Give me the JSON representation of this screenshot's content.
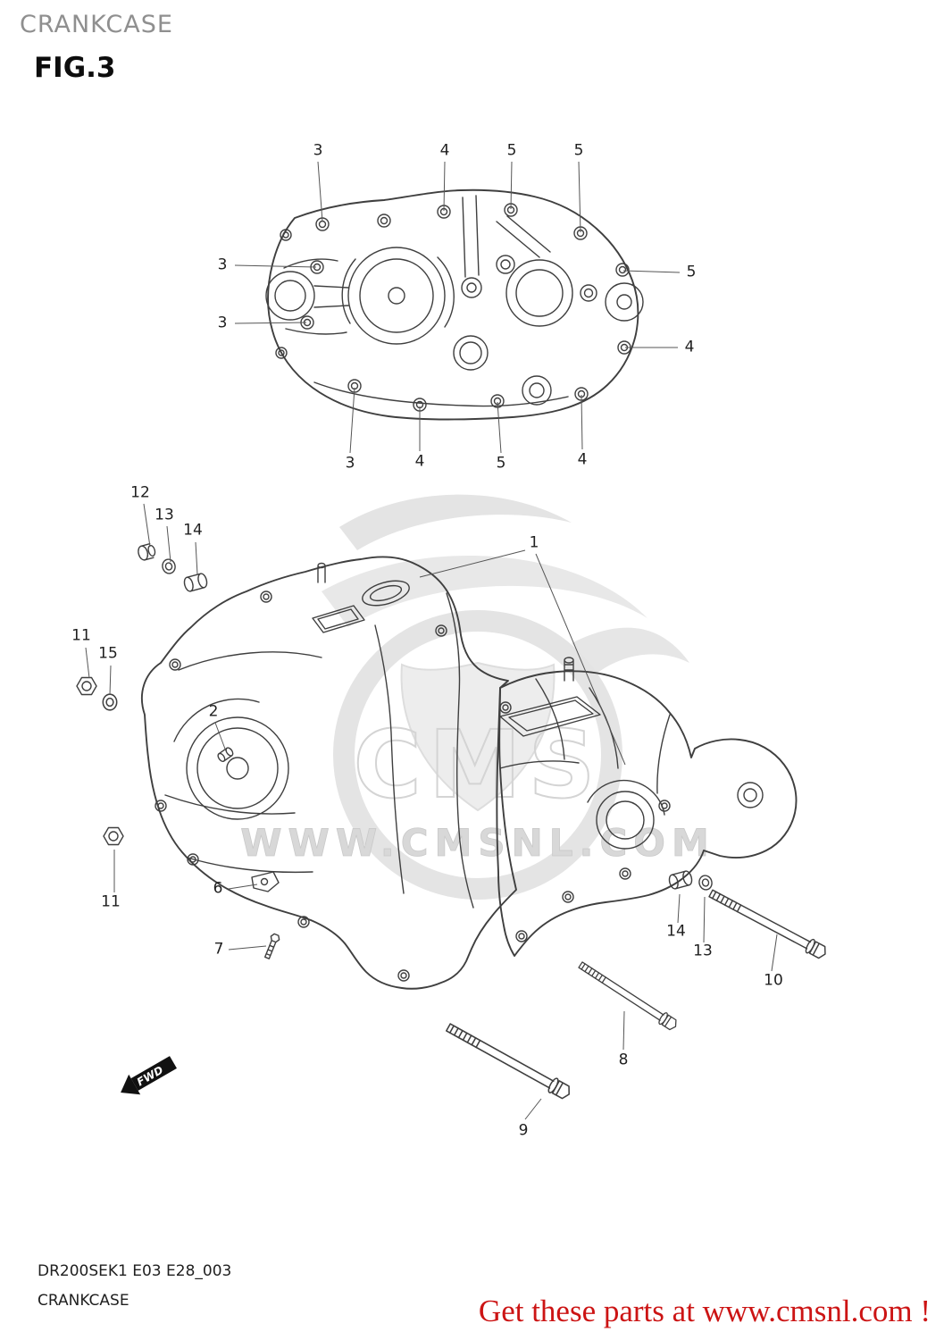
{
  "header": {
    "title": "CRANKCASE",
    "figure_label": "FIG.3"
  },
  "diagram": {
    "upper_callouts": [
      "3",
      "4",
      "5",
      "5",
      "3",
      "3",
      "5",
      "4",
      "3",
      "4",
      "5",
      "4"
    ],
    "lower_callouts": [
      "12",
      "13",
      "14",
      "11",
      "15",
      "2",
      "1",
      "11",
      "6",
      "7",
      "14",
      "13",
      "10",
      "8",
      "9"
    ],
    "fwd_label": "FWD"
  },
  "watermark": {
    "brand": "CMS",
    "url_text": "WWW.CMSNL.COM"
  },
  "footer": {
    "model_code": "DR200SEK1 E03 E28_003",
    "diagram_title": "CRANKCASE",
    "promo_text": "Get these parts at www.cmsnl.com !",
    "promo_color": "#cc1414"
  }
}
